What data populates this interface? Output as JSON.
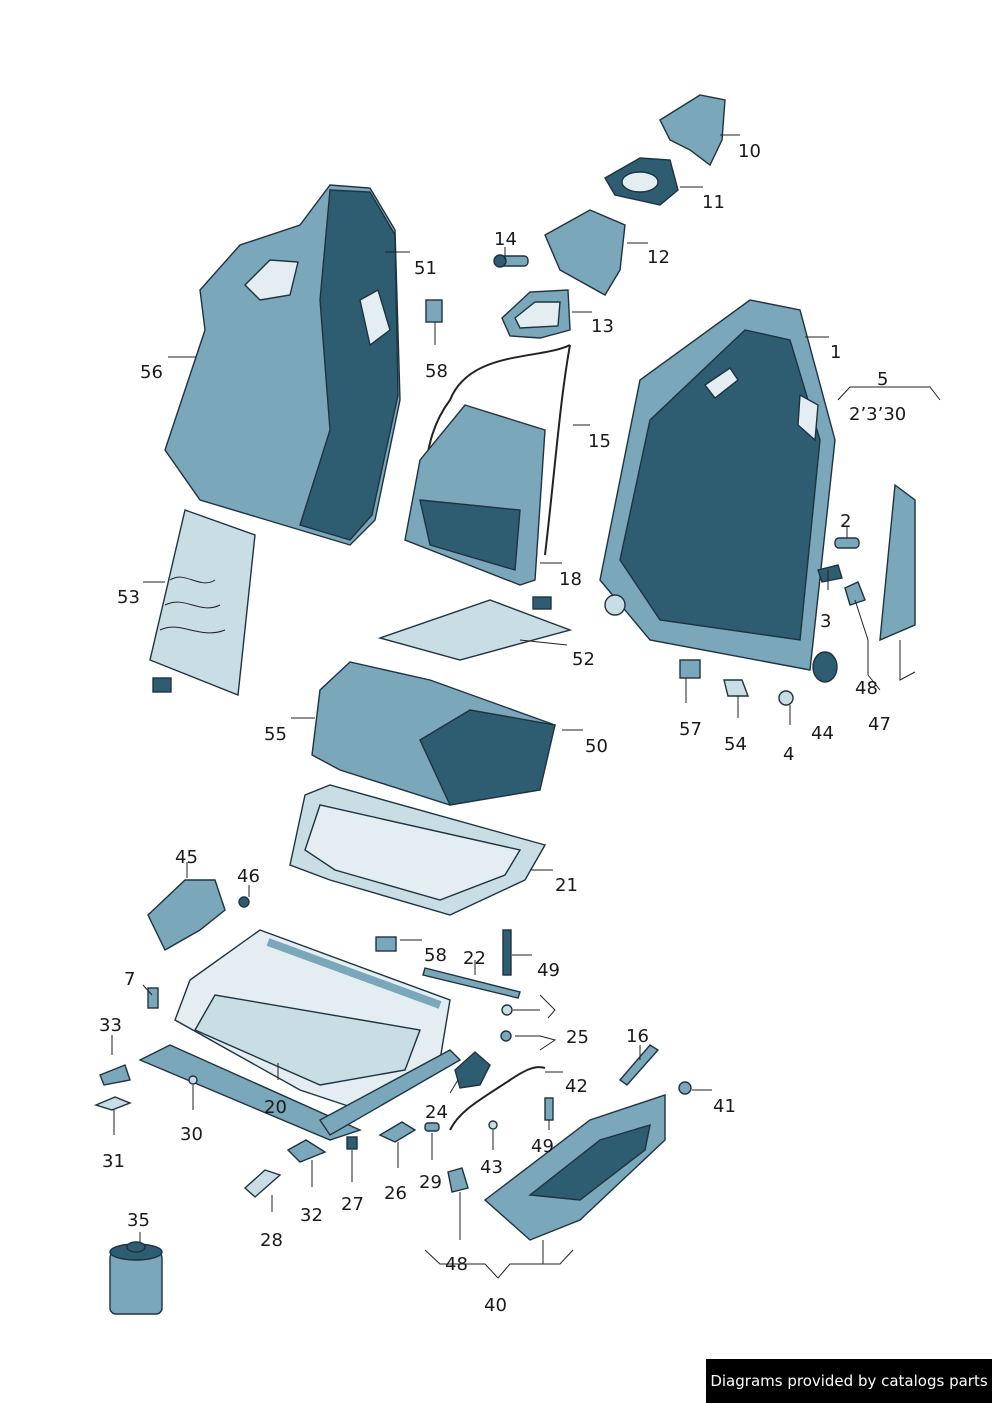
{
  "labels": {
    "l1": "1",
    "l2": "2",
    "l3": "3",
    "l4": "4",
    "l5": "5",
    "l5b": "2’3’30",
    "l7": "7",
    "l10": "10",
    "l11": "11",
    "l12": "12",
    "l13": "13",
    "l14": "14",
    "l15": "15",
    "l16": "16",
    "l18": "18",
    "l20": "20",
    "l21": "21",
    "l22": "22",
    "l24": "24",
    "l25": "25",
    "l26": "26",
    "l27": "27",
    "l28": "28",
    "l29": "29",
    "l30": "30",
    "l31": "31",
    "l32": "32",
    "l33": "33",
    "l35": "35",
    "l40": "40",
    "l41": "41",
    "l42": "42",
    "l43": "43",
    "l44": "44",
    "l45": "45",
    "l46": "46",
    "l47": "47",
    "l48a": "48",
    "l48b": "48",
    "l49a": "49",
    "l49b": "49",
    "l50": "50",
    "l51": "51",
    "l52": "52",
    "l53": "53",
    "l54": "54",
    "l55": "55",
    "l56": "56",
    "l57": "57",
    "l58a": "58",
    "l58b": "58"
  },
  "footer": {
    "text": "Diagrams provided by catalogs parts"
  },
  "colors": {
    "dark": "#2e5d72",
    "mid": "#7aa7ba",
    "light": "#c9dde5",
    "background": "#ffffff"
  }
}
